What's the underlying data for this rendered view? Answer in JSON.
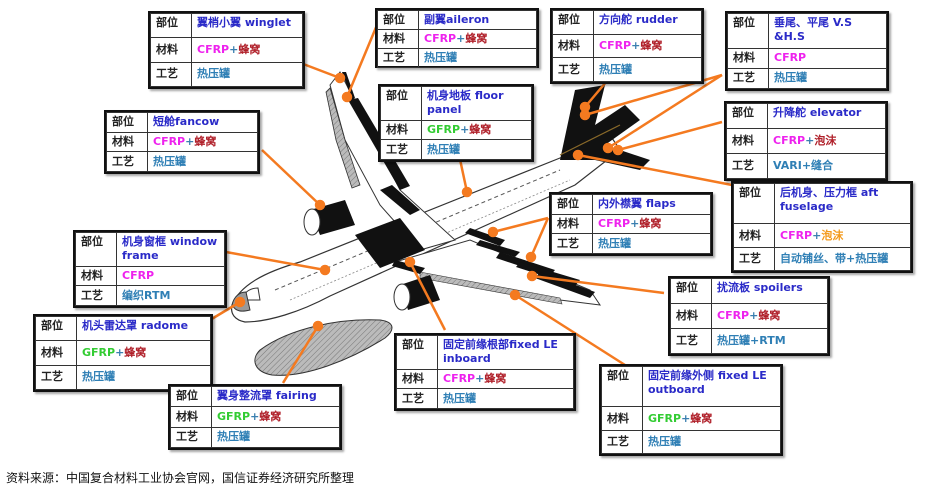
{
  "labels": {
    "part": "部位",
    "material": "材料",
    "process": "工艺"
  },
  "colors": {
    "arrow": "#f47a20",
    "part_text": "#2a2ac8",
    "cfrp": "#ee22ee",
    "gfrp": "#33cc33",
    "honeycomb": "#b0202a",
    "foam_orange": "#f39a1c",
    "process_text": "#2f7fb5"
  },
  "components": [
    {
      "id": "winglet",
      "part": "翼梢小翼 winglet",
      "mat_base": "CFRP",
      "mat_plus": "+",
      "mat_add": "蜂窝",
      "process": "热压罐"
    },
    {
      "id": "aileron",
      "part": "副翼aileron",
      "mat_base": "CFRP",
      "mat_plus": "+",
      "mat_add": "蜂窝",
      "process": "热压罐"
    },
    {
      "id": "rudder",
      "part": "方向舵 rudder",
      "mat_base": "CFRP",
      "mat_plus": "+",
      "mat_add": "蜂窝",
      "process": "热压罐"
    },
    {
      "id": "vs_hs",
      "part": "垂尾、平尾 V.S &H.S",
      "mat_base": "CFRP",
      "mat_plus": "",
      "mat_add": "",
      "process": "热压罐"
    },
    {
      "id": "fancow",
      "part": "短舱fancow",
      "mat_base": "CFRP",
      "mat_plus": "+",
      "mat_add": "蜂窝",
      "process": "热压罐"
    },
    {
      "id": "floor",
      "part": "机身地板 floor panel",
      "mat_base": "GFRP",
      "mat_plus": "+",
      "mat_add": "蜂窝",
      "process": "热压罐"
    },
    {
      "id": "elevator",
      "part": "升降舵 elevator",
      "mat_base": "CFRP",
      "mat_plus": "+",
      "mat_add": "泡沫",
      "process": "VARI+缝合"
    },
    {
      "id": "aft",
      "part": "后机身、压力框 aft fuselage",
      "mat_base": "CFRP",
      "mat_plus": "+",
      "mat_add": "泡沫",
      "process": "自动铺丝、带+热压罐"
    },
    {
      "id": "flaps",
      "part": "内外襟翼 flaps",
      "mat_base": "CFRP",
      "mat_plus": "+",
      "mat_add": "蜂窝",
      "process": "热压罐"
    },
    {
      "id": "window",
      "part": "机身窗框 window frame",
      "mat_base": "CFRP",
      "mat_plus": "",
      "mat_add": "",
      "process": "编织RTM"
    },
    {
      "id": "spoilers",
      "part": "扰流板 spoilers",
      "mat_base": "CFRP",
      "mat_plus": "+",
      "mat_add": "蜂窝",
      "process": "热压罐+RTM"
    },
    {
      "id": "radome",
      "part": "机头雷达罩 radome",
      "mat_base": "GFRP",
      "mat_plus": "+",
      "mat_add": "蜂窝",
      "process": "热压罐"
    },
    {
      "id": "le_inboard",
      "part": "固定前缘根部fixed LE inboard",
      "mat_base": "CFRP",
      "mat_plus": "+",
      "mat_add": "蜂窝",
      "process": "热压罐"
    },
    {
      "id": "fairing",
      "part": "翼身整流罩 fairing",
      "mat_base": "GFRP",
      "mat_plus": "+",
      "mat_add": "蜂窝",
      "process": "热压罐"
    },
    {
      "id": "le_outboard",
      "part": "固定前缘外侧 fixed LE outboard",
      "mat_base": "GFRP",
      "mat_plus": "+",
      "mat_add": "蜂窝",
      "process": "热压罐"
    }
  ],
  "source": "资料来源：中国复合材料工业协会官网，国信证券经济研究所整理"
}
